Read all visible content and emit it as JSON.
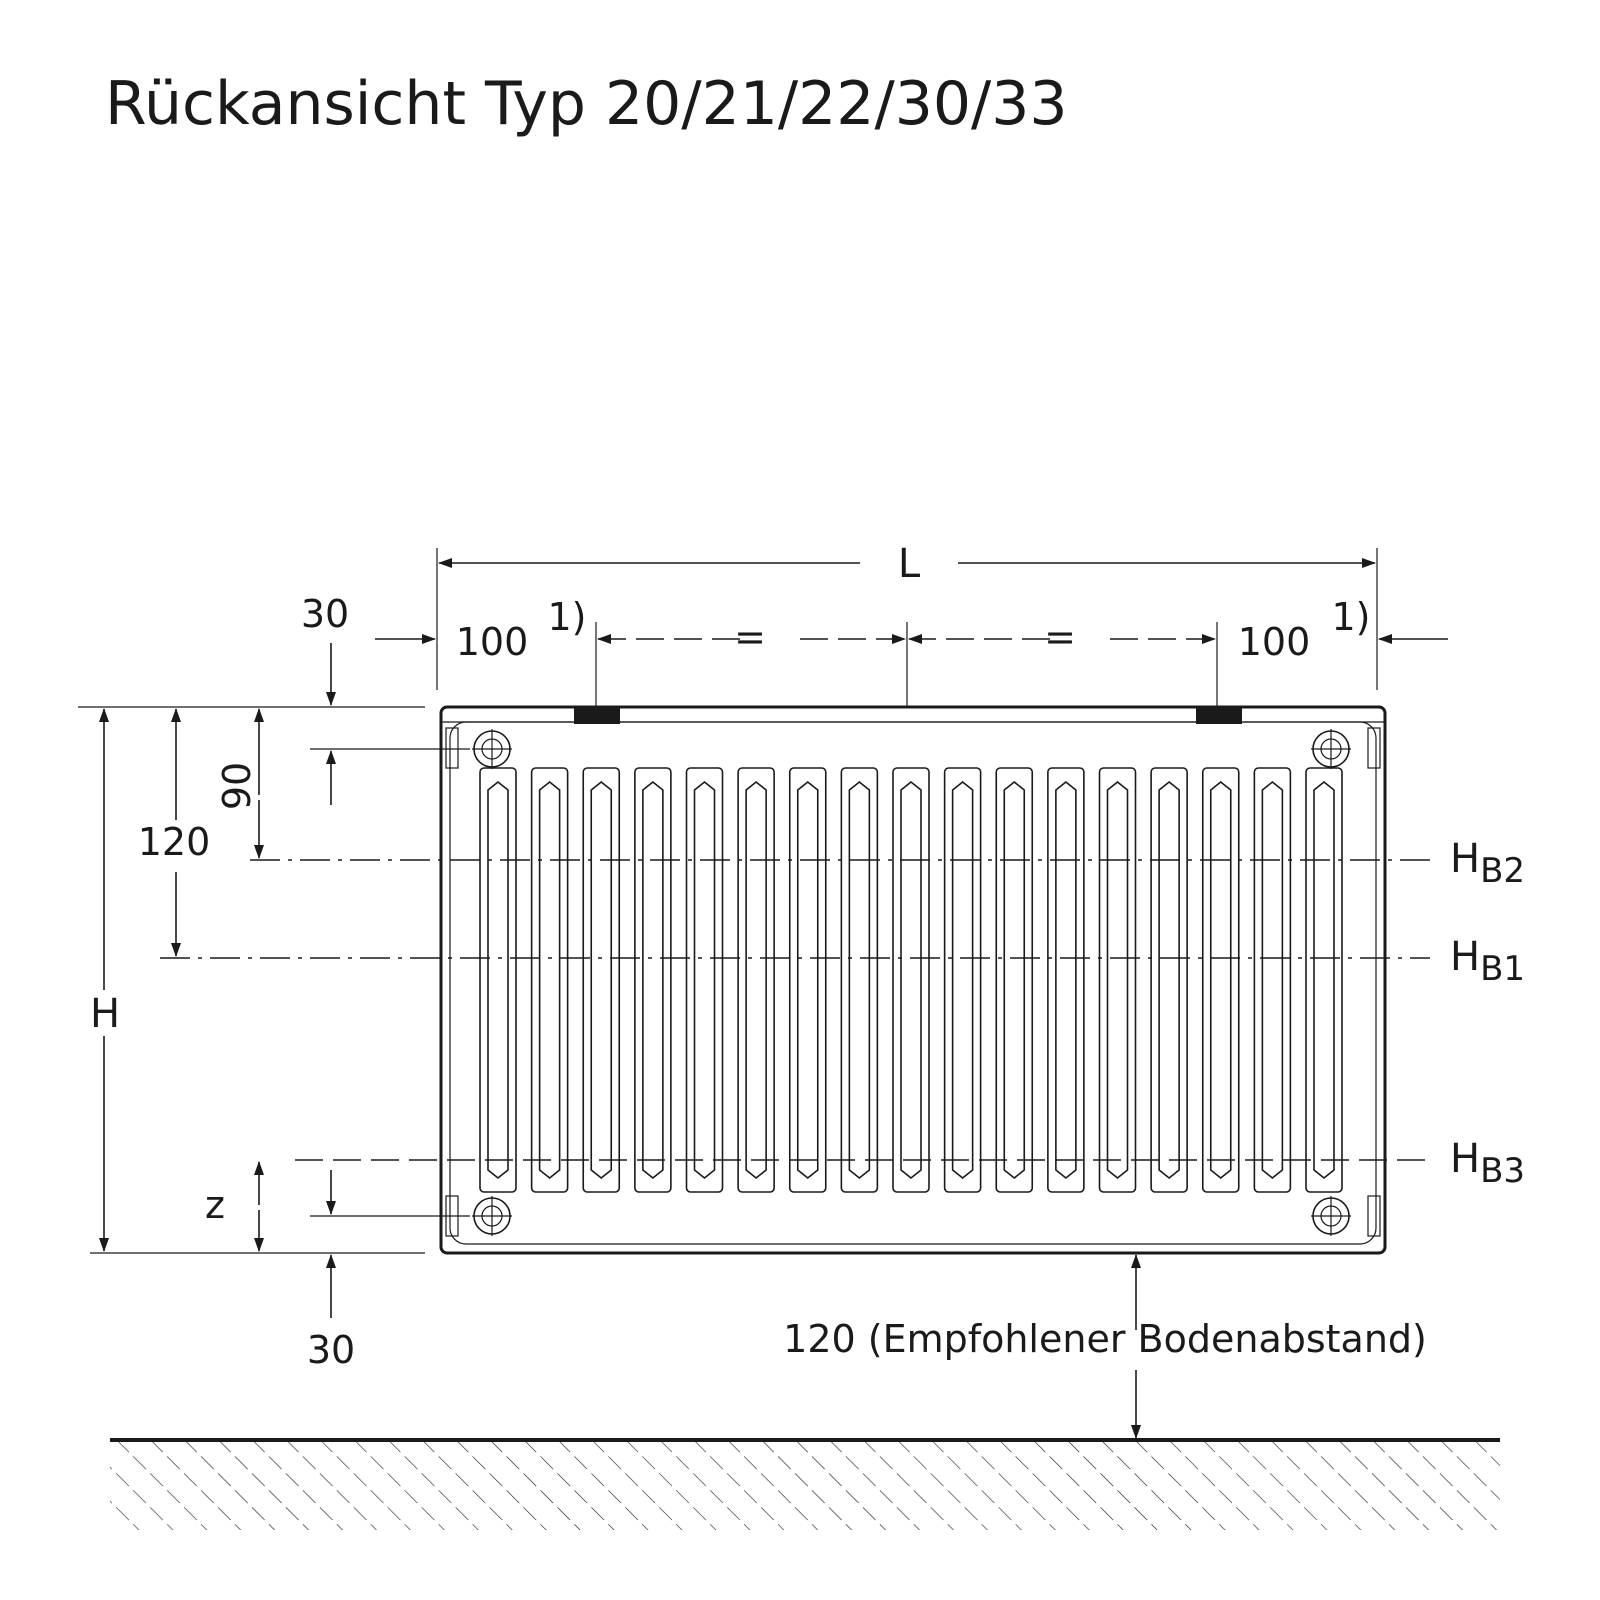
{
  "title": "Rückansicht Typ 20/21/22/30/33",
  "dimensions": {
    "L": "L",
    "left_offset": "100",
    "right_offset": "100",
    "footnote_left": "1)",
    "footnote_right": "1)",
    "equal_left": "=",
    "equal_right": "=",
    "side_margin": "30",
    "top_margin": "30",
    "bottom_margin": "30",
    "dim_90": "90",
    "dim_120": "120",
    "H": "H",
    "z": "z",
    "floor_clearance": "120 (Empfohlener Bodenabstand)"
  },
  "mount_heights": {
    "hb2": {
      "main": "H",
      "sub": "B2"
    },
    "hb1": {
      "main": "H",
      "sub": "B1"
    },
    "hb3": {
      "main": "H",
      "sub": "B3"
    }
  },
  "radiator": {
    "rib_count": 17
  }
}
